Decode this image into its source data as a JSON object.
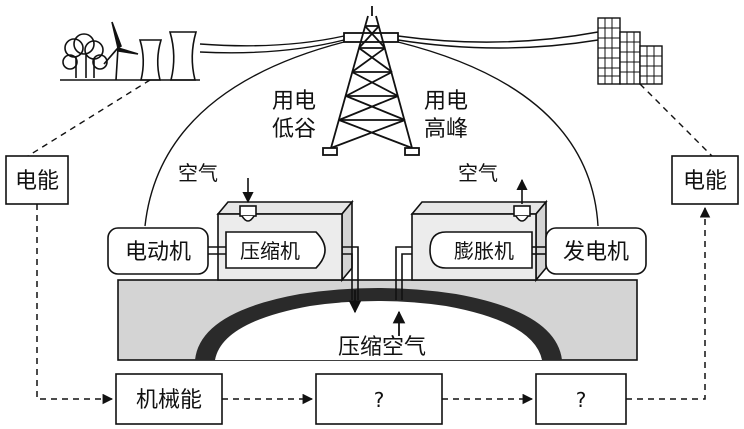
{
  "tower_labels": {
    "valley_line1": "用电",
    "valley_line2": "低谷",
    "peak_line1": "用电",
    "peak_line2": "高峰"
  },
  "air_in": "空气",
  "air_out": "空气",
  "left_energy": "电能",
  "right_energy": "电能",
  "motor": "电动机",
  "compressor": "压缩机",
  "expander": "膨胀机",
  "generator": "发电机",
  "compressed_air": "压缩空气",
  "mechanical_energy": "机械能",
  "unknown_1": "?",
  "unknown_2": "?",
  "colors": {
    "line": "#111111",
    "ground": "#d4d4d4",
    "cavern": "#2a2a2a"
  }
}
